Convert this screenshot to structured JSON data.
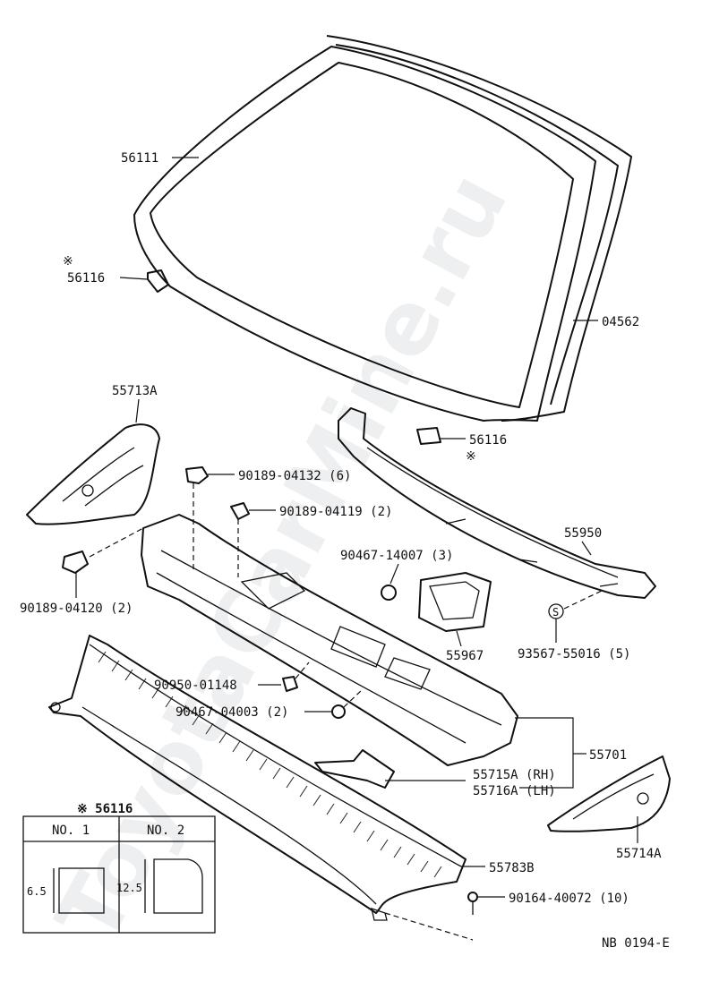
{
  "watermark": "ToyotaCarMine.ru",
  "callouts": {
    "p56111": "56111",
    "p56116_left": "56116",
    "p04562": "04562",
    "p56116_right": "56116",
    "p55713A": "55713A",
    "p90189_04132": "90189-04132 (6)",
    "p90189_04119": "90189-04119 (2)",
    "p90467_14007": "90467-14007 (3)",
    "p55950": "55950",
    "p90189_04120": "90189-04120 (2)",
    "p55967": "55967",
    "p93567_55016": "93567-55016 (5)",
    "p90950_01148": "90950-01148",
    "p90467_04003": "90467-04003 (2)",
    "p55701": "55701",
    "p55715A": "55715A (RH)",
    "p55716A": "55716A (LH)",
    "p55714A": "55714A",
    "p55783B": "55783B",
    "p90164_40072": "90164-40072 (10)",
    "ref_mark": "※",
    "circle_s": "S"
  },
  "detail_table": {
    "title": "※ 56116",
    "col1": "NO. 1",
    "col2": "NO. 2",
    "dim1": "6.5",
    "dim2": "12.5"
  },
  "drawing_no": "NB 0194-E"
}
